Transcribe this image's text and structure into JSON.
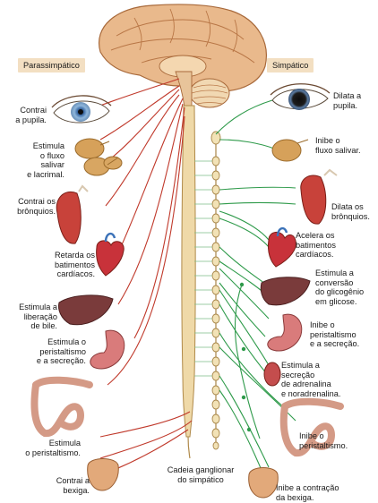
{
  "headers": {
    "left": "Parassimpático",
    "right": "Simpático"
  },
  "colors": {
    "parasympathetic": "#c0392b",
    "sympathetic": "#2e9a4a",
    "label_bg": "#f3dfc2",
    "brain": "#e8b98a",
    "cord": "#efd9a8"
  },
  "parasympathetic_labels": [
    "Contrai\na pupila.",
    "Estimula\no fluxo\nsalivar\ne lacrimal.",
    "Contrai os\nbrônquios.",
    "Retarda os\nbatimentos\ncardíacos.",
    "Estimula a\nliberação\nde bile.",
    "Estimula o\nperistaltismo\ne a secreção.",
    "Estimula\no peristaltismo.",
    "Contrai a\nbexiga."
  ],
  "sympathetic_labels": [
    "Dilata a\npupila.",
    "Inibe o\nfluxo salivar.",
    "Dilata os\nbrônquios.",
    "Acelera os\nbatimentos\ncardíacos.",
    "Estimula a\nconversão\ndo glicogênio\nem glicose.",
    "Inibe o\nperistaltismo\ne a secreção.",
    "Estimula a\nsecreção\nde adrenalina\ne noradrenalina.",
    "Inibe o\nperistaltismo.",
    "Inibe a contração\nda bexiga."
  ],
  "center_label": "Cadeia ganglionar\ndo simpático",
  "icons": [
    "brain-icon",
    "spinal-cord-icon",
    "ganglion-chain-icon",
    "eye-icon",
    "salivary-gland-icon",
    "lung-icon",
    "heart-icon",
    "liver-icon",
    "stomach-icon",
    "intestine-icon",
    "bladder-icon",
    "adrenal-gland-icon"
  ]
}
